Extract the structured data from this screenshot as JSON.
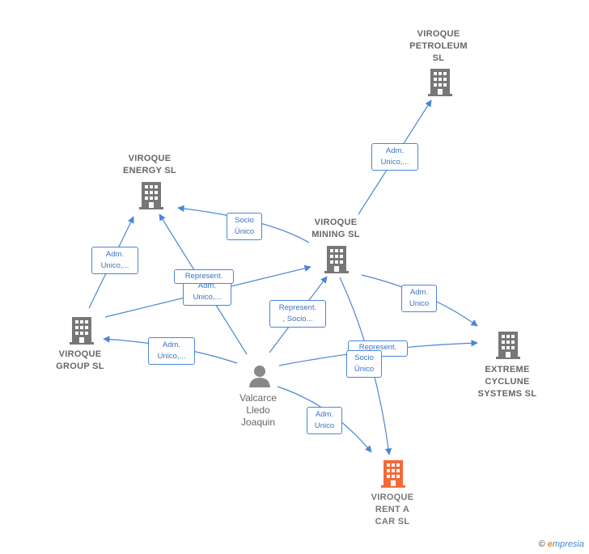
{
  "colors": {
    "edge": "#4a86d4",
    "building": "#777777",
    "building_highlight": "#f26a3a",
    "person": "#888888"
  },
  "nodes": {
    "petroleum": {
      "label_lines": [
        "VIROQUE",
        "PETROLEUM",
        "SL"
      ],
      "icon": "building-icon"
    },
    "energy": {
      "label_lines": [
        "VIROQUE",
        "ENERGY  SL"
      ],
      "icon": "building-icon"
    },
    "mining": {
      "label_lines": [
        "VIROQUE",
        "MINING  SL"
      ],
      "icon": "building-icon"
    },
    "group": {
      "label_lines": [
        "VIROQUE",
        "GROUP  SL"
      ],
      "icon": "building-icon"
    },
    "extreme": {
      "label_lines": [
        "EXTREME",
        "CYCLUNE",
        "SYSTEMS  SL"
      ],
      "icon": "building-icon"
    },
    "rentacar": {
      "label_lines": [
        "VIROQUE",
        "RENT A",
        "CAR  SL"
      ],
      "icon": "building-icon"
    },
    "person": {
      "label_lines": [
        "Valcarce",
        "Lledo",
        "Joaquin"
      ],
      "icon": "person-icon"
    }
  },
  "relations": {
    "mining_petroleum": [
      "Adm.",
      "Unico,..."
    ],
    "mining_energy": [
      "Socio",
      "Único"
    ],
    "group_energy": [
      "Adm.",
      "Unico,..."
    ],
    "person_energy": [
      "Represent."
    ],
    "group_mining": [
      "Adm.",
      "Unico,..."
    ],
    "person_mining": [
      "Represent.",
      ", Socio..."
    ],
    "mining_extreme": [
      "Adm.",
      "Unico"
    ],
    "person_group": [
      "Adm.",
      "Unico,..."
    ],
    "person_extreme": [
      "Represent."
    ],
    "mining_rentacar": [
      "Socio",
      "Único"
    ],
    "person_rentacar": [
      "Adm.",
      "Unico"
    ]
  },
  "footer": {
    "copyright": "©",
    "brand_e": "e",
    "brand_rest": "mpresia"
  }
}
